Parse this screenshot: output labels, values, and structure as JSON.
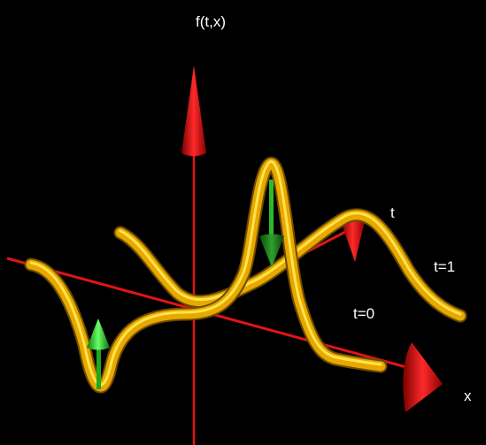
{
  "labels": {
    "vertical_axis": "f(t,x)",
    "t_axis": "t",
    "x_axis": "x",
    "curve_t1": "t=1",
    "curve_t0": "t=0"
  },
  "colors": {
    "background": "#000000",
    "axis": "#ee1111",
    "curve": "#f2b400",
    "arrow": "#22cc22",
    "label": "#ffffff"
  }
}
